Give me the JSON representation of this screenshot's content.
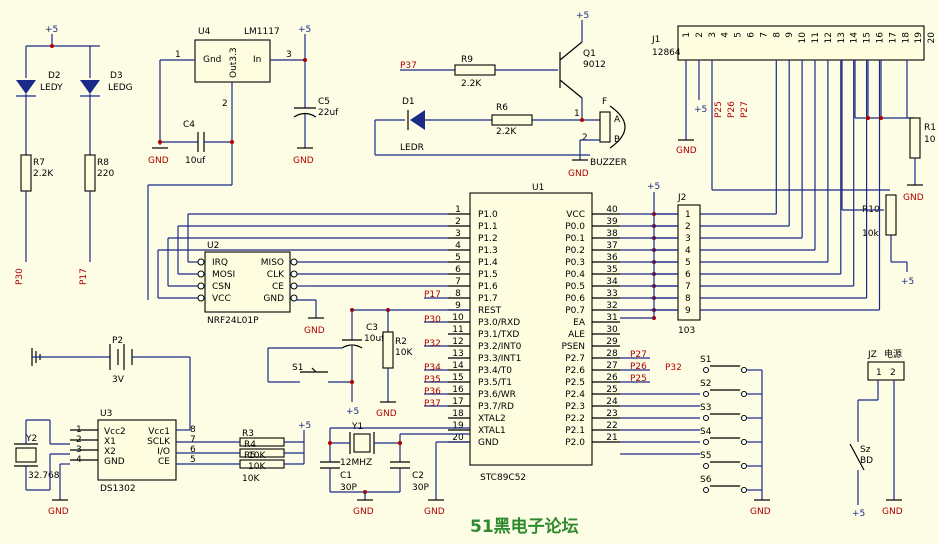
{
  "labels": {
    "gnd": "GND",
    "vcc": "+5",
    "watermark": "51黑电子论坛"
  },
  "leds": {
    "d2_ref": "D2",
    "d2_name": "LEDY",
    "d3_ref": "D3",
    "d3_name": "LEDG",
    "r7_ref": "R7",
    "r7_val": "2.2K",
    "r8_ref": "R8",
    "r8_val": "220",
    "net_left": "P30",
    "net_right": "P17"
  },
  "regulator": {
    "ref": "U4",
    "part": "LM1117",
    "pin_gnd": "Gnd",
    "pin_out": "Out3.3",
    "pin_in": "In",
    "pin1": "1",
    "pin2": "2",
    "pin3": "3",
    "c4_ref": "C4",
    "c4_val": "10uf",
    "c5_ref": "C5",
    "c5_val": "22uf"
  },
  "buzzer": {
    "net": "P37",
    "r9_ref": "R9",
    "r9_val": "2.2K",
    "q_ref": "Q1",
    "q_part": "9012",
    "d1_ref": "D1",
    "d1_name": "LEDR",
    "r6_ref": "R6",
    "r6_val": "2.2K",
    "f_ref": "F",
    "pin_a": "A",
    "pin_b": "B",
    "name": "BUZZER",
    "pin1": "1",
    "pin2": "2"
  },
  "lcd": {
    "ref": "J1",
    "part": "12864",
    "pins": [
      "1",
      "2",
      "3",
      "4",
      "5",
      "6",
      "7",
      "8",
      "9",
      "10",
      "11",
      "12",
      "13",
      "14",
      "15",
      "16",
      "17",
      "18",
      "19",
      "20"
    ],
    "nets": [
      "P25",
      "P26",
      "P27"
    ],
    "r1_ref": "R1",
    "r1_val": "10",
    "r10_ref": "R10",
    "r10_val": "10k"
  },
  "mcu": {
    "ref": "U1",
    "part": "STC89C52",
    "left_pins": [
      {
        "num": "1",
        "name": "P1.0"
      },
      {
        "num": "2",
        "name": "P1.1"
      },
      {
        "num": "3",
        "name": "P1.2"
      },
      {
        "num": "4",
        "name": "P1.3"
      },
      {
        "num": "5",
        "name": "P1.4"
      },
      {
        "num": "6",
        "name": "P1.5"
      },
      {
        "num": "7",
        "name": "P1.6"
      },
      {
        "num": "8",
        "name": "P1.7"
      },
      {
        "num": "9",
        "name": "REST"
      },
      {
        "num": "10",
        "name": "P3.0/RXD"
      },
      {
        "num": "11",
        "name": "P3.1/TXD"
      },
      {
        "num": "12",
        "name": "P3.2/INT0"
      },
      {
        "num": "13",
        "name": "P3.3/INT1"
      },
      {
        "num": "14",
        "name": "P3.4/T0"
      },
      {
        "num": "15",
        "name": "P3.5/T1"
      },
      {
        "num": "16",
        "name": "P3.6/WR"
      },
      {
        "num": "17",
        "name": "P3.7/RD"
      },
      {
        "num": "18",
        "name": "XTAL2"
      },
      {
        "num": "19",
        "name": "XTAL1"
      },
      {
        "num": "20",
        "name": "GND"
      }
    ],
    "right_pins": [
      {
        "num": "40",
        "name": "VCC"
      },
      {
        "num": "39",
        "name": "P0.0"
      },
      {
        "num": "38",
        "name": "P0.1"
      },
      {
        "num": "37",
        "name": "P0.2"
      },
      {
        "num": "36",
        "name": "P0.3"
      },
      {
        "num": "35",
        "name": "P0.4"
      },
      {
        "num": "34",
        "name": "P0.5"
      },
      {
        "num": "33",
        "name": "P0.6"
      },
      {
        "num": "32",
        "name": "P0.7"
      },
      {
        "num": "31",
        "name": "EA"
      },
      {
        "num": "30",
        "name": "ALE"
      },
      {
        "num": "29",
        "name": "PSEN"
      },
      {
        "num": "28",
        "name": "P2.7"
      },
      {
        "num": "27",
        "name": "P2.6"
      },
      {
        "num": "26",
        "name": "P2.5"
      },
      {
        "num": "25",
        "name": "P2.4"
      },
      {
        "num": "24",
        "name": "P2.3"
      },
      {
        "num": "23",
        "name": "P2.2"
      },
      {
        "num": "22",
        "name": "P2.1"
      },
      {
        "num": "21",
        "name": "P2.0"
      }
    ],
    "left_nets": [
      "P17",
      "P30",
      "P32",
      "P34",
      "P35",
      "P36",
      "P37"
    ],
    "right_nets": [
      "P27",
      "P26",
      "P25"
    ]
  },
  "header": {
    "ref": "J2",
    "part": "103",
    "pins": [
      "1",
      "2",
      "3",
      "4",
      "5",
      "6",
      "7",
      "8",
      "9"
    ]
  },
  "rf": {
    "ref": "U2",
    "part": "NRF24L01P",
    "left": [
      "IRQ",
      "MOSI",
      "CSN",
      "VCC"
    ],
    "right": [
      "MISO",
      "CLK",
      "CE",
      "GND"
    ]
  },
  "reset": {
    "c3_ref": "C3",
    "c3_val": "10uf",
    "r2_ref": "R2",
    "r2_val": "10K",
    "s1_ref": "S1"
  },
  "crystal": {
    "y1_ref": "Y1",
    "y1_val": "12MHZ",
    "c1_ref": "C1",
    "c1_val": "30P",
    "c2_ref": "C2",
    "c2_val": "30P"
  },
  "battery": {
    "ref": "P2",
    "val": "3V"
  },
  "rtc": {
    "ref": "U3",
    "part": "DS1302",
    "left": [
      "Vcc2",
      "X1",
      "X2",
      "GND"
    ],
    "right": [
      "Vcc1",
      "SCLK",
      "I/O",
      "CE"
    ],
    "left_nums": [
      "1",
      "2",
      "3",
      "4"
    ],
    "right_nums": [
      "8",
      "7",
      "6",
      "5"
    ],
    "y2_ref": "Y2",
    "y2_val": "32.768",
    "r_refs": [
      "R3",
      "R4",
      "R5"
    ],
    "r_val": "10K"
  },
  "buttons": {
    "nets": [
      "P32"
    ],
    "refs": [
      "S1",
      "S2",
      "S3",
      "S4",
      "S5",
      "S6"
    ]
  },
  "power": {
    "ref": "JZ",
    "name": "电源",
    "pin1": "1",
    "pin2": "2",
    "sw_ref": "Sz",
    "sw_val": "BD"
  }
}
